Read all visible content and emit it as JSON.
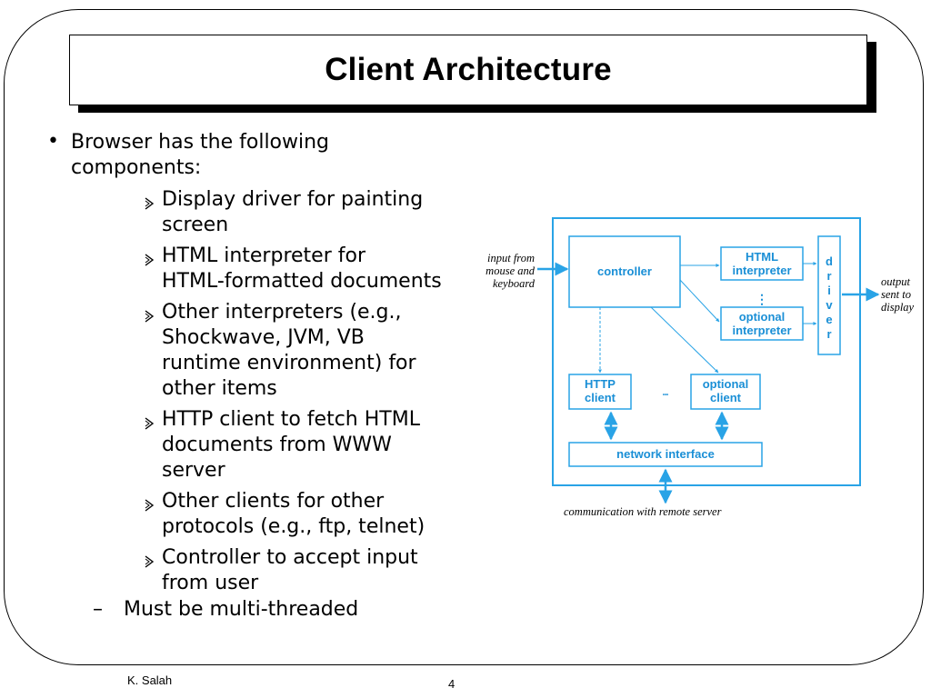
{
  "slide": {
    "title": "Client Architecture",
    "bullet": "Browser has the following components:",
    "sub_items": [
      "Display driver for painting screen",
      "HTML interpreter for HTML-formatted documents",
      "Other interpreters (e.g., Shockwave, JVM, VB runtime environment) for other items",
      "HTTP client to fetch HTML documents from WWW server",
      "Other clients for other protocols (e.g., ftp, telnet)",
      "Controller to accept input from user"
    ],
    "sub_item_lines": [
      [
        "Display driver for painting",
        "screen"
      ],
      [
        "HTML interpreter for",
        "HTML-formatted documents"
      ],
      [
        "Other interpreters (e.g.,",
        "Shockwave, JVM, VB",
        "runtime environment) for",
        "other items"
      ],
      [
        "HTTP client to fetch HTML",
        "documents from WWW",
        "server"
      ],
      [
        "Other clients for other",
        "protocols (e.g., ftp, telnet)"
      ],
      [
        "Controller to accept input",
        "from user"
      ]
    ],
    "dash_item": "Must be multi-threaded",
    "dash": "–",
    "footer_author": "K. Salah",
    "page_number": "4"
  },
  "diagram": {
    "input_label": [
      "input from",
      "mouse and",
      "keyboard"
    ],
    "controller": "controller",
    "html_interpreter": [
      "HTML",
      "interpreter"
    ],
    "ellipsis_vertical": "⋮",
    "optional_interpreter": [
      "optional",
      "interpreter"
    ],
    "driver": [
      "d",
      "r",
      "i",
      "v",
      "e",
      "r"
    ],
    "output_label": [
      "output",
      "sent to",
      "display"
    ],
    "http_client": [
      "HTTP",
      "client"
    ],
    "ellipsis_horizontal": "•••",
    "optional_client": [
      "optional",
      "client"
    ],
    "network_interface": "network interface",
    "communication_label": "communication with remote server"
  },
  "colors": {
    "diagram_blue": "#29a3e6",
    "box_text_blue": "#1a8fd6",
    "text": "#000000"
  }
}
